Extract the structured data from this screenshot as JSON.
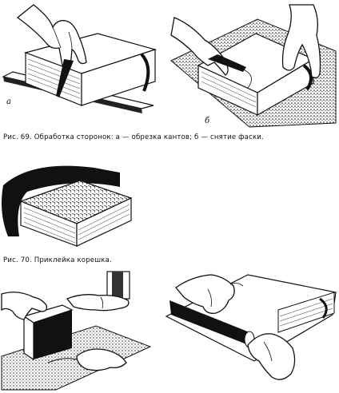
{
  "figures": {
    "fig69": {
      "caption": "Рис. 69. Обработка сторонок: а — обрезка кантов; б — снятие фаски.",
      "panel_a_label": "а",
      "panel_b_label": "б"
    },
    "fig70": {
      "caption": "Рис. 70. Приклейка корешка."
    }
  },
  "illustrations": [
    "fig69a-trimming-edges",
    "fig69b-chamfering",
    "fig70-gluing-spine",
    "bottom-left-work",
    "bottom-right-work"
  ]
}
